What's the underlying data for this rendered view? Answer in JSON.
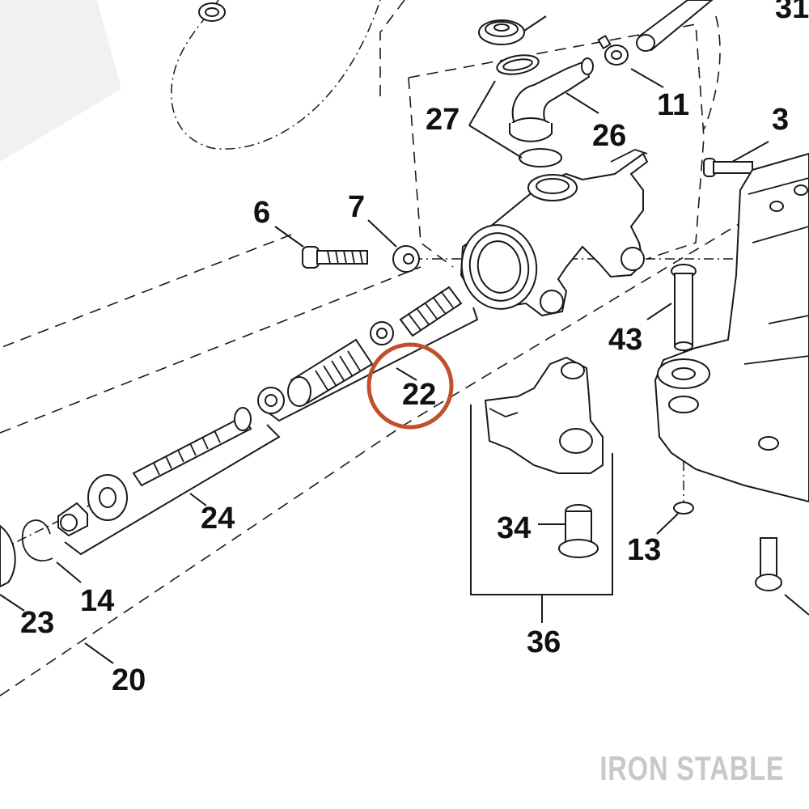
{
  "diagram": {
    "callouts": [
      "31",
      "11",
      "27",
      "26",
      "3",
      "6",
      "7",
      "43",
      "22",
      "24",
      "34",
      "13",
      "14",
      "23",
      "36",
      "20"
    ],
    "highlighted_callout": "22"
  },
  "watermark": {
    "text": "IRON STABLE"
  },
  "colors": {
    "line": "#1a1a1a",
    "highlight": "#c0502d",
    "watermark": "#c8c8c8",
    "ghost": "#f0f0f0"
  }
}
